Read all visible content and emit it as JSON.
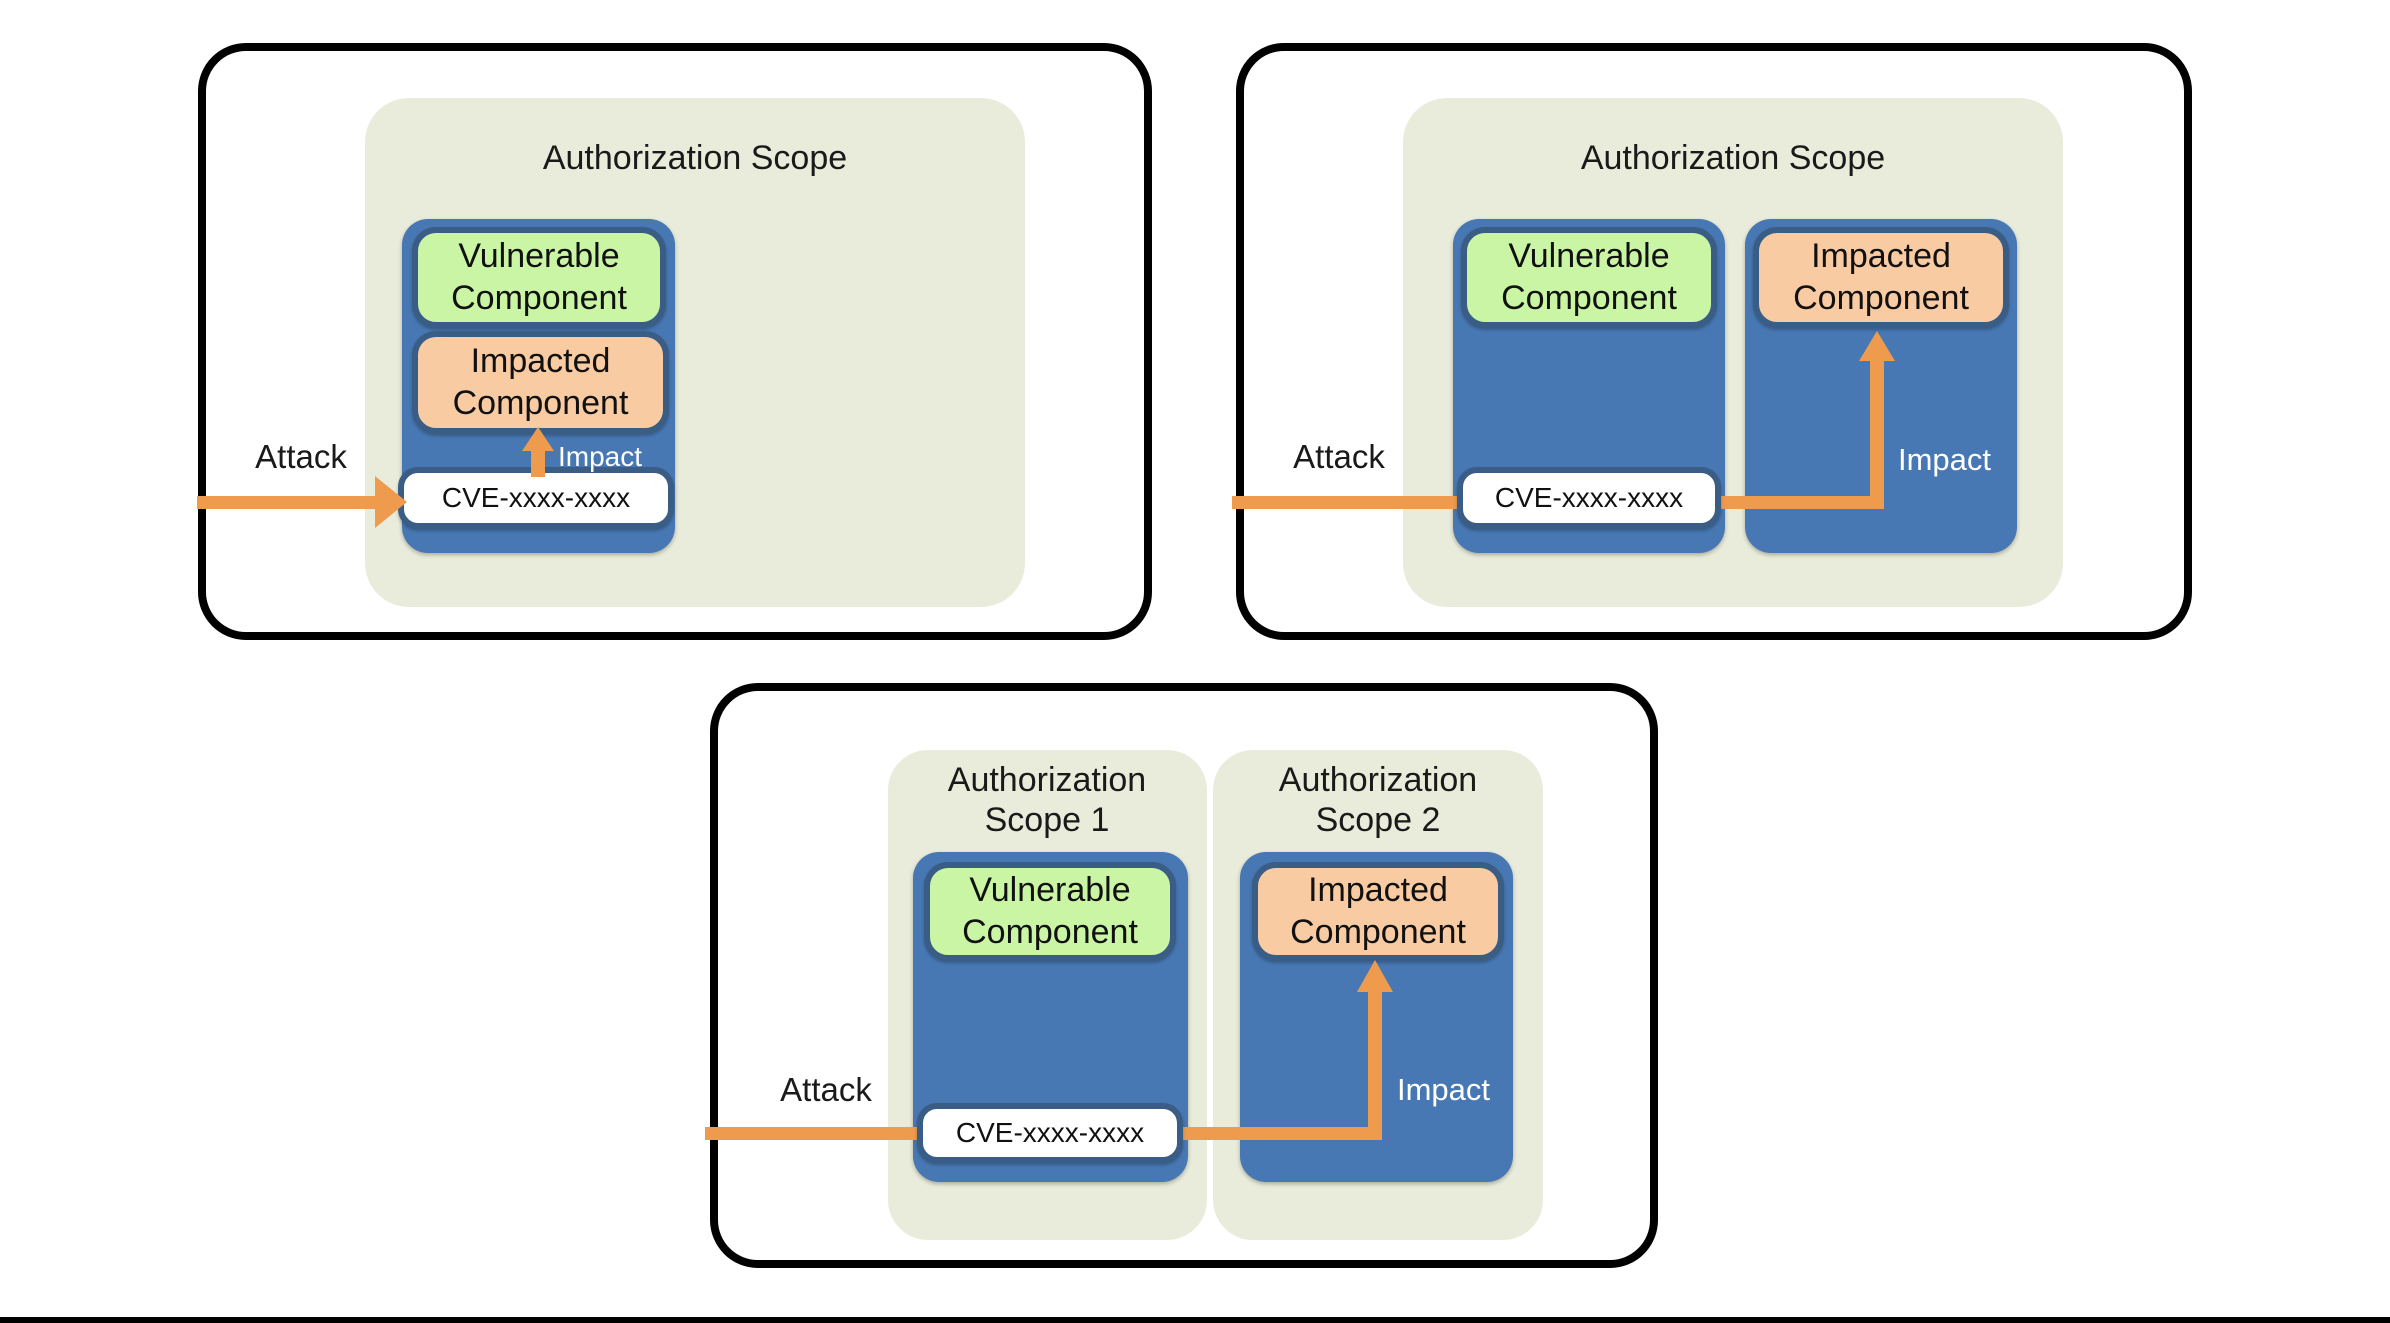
{
  "colors": {
    "beige": "#e9ecdb",
    "blue": "#4878b4",
    "ring": "#3a5d85",
    "green": "#c9f5a4",
    "peach": "#f9cba3",
    "orange": "#ee9b4e",
    "ink": "#1a1a1a",
    "frame": "#000000"
  },
  "panel1": {
    "title": "Authorization Scope",
    "vulnerable": "Vulnerable Component",
    "impacted": "Impacted Component",
    "cve": "CVE-xxxx-xxxx",
    "attack": "Attack",
    "impact": "Impact"
  },
  "panel2": {
    "title": "Authorization Scope",
    "vulnerable": "Vulnerable Component",
    "impacted": "Impacted Component",
    "cve": "CVE-xxxx-xxxx",
    "attack": "Attack",
    "impact": "Impact"
  },
  "panel3": {
    "scope1_title": "Authorization Scope 1",
    "scope2_title": "Authorization Scope 2",
    "vulnerable": "Vulnerable Component",
    "impacted": "Impacted Component",
    "cve": "CVE-xxxx-xxxx",
    "attack": "Attack",
    "impact": "Impact"
  }
}
